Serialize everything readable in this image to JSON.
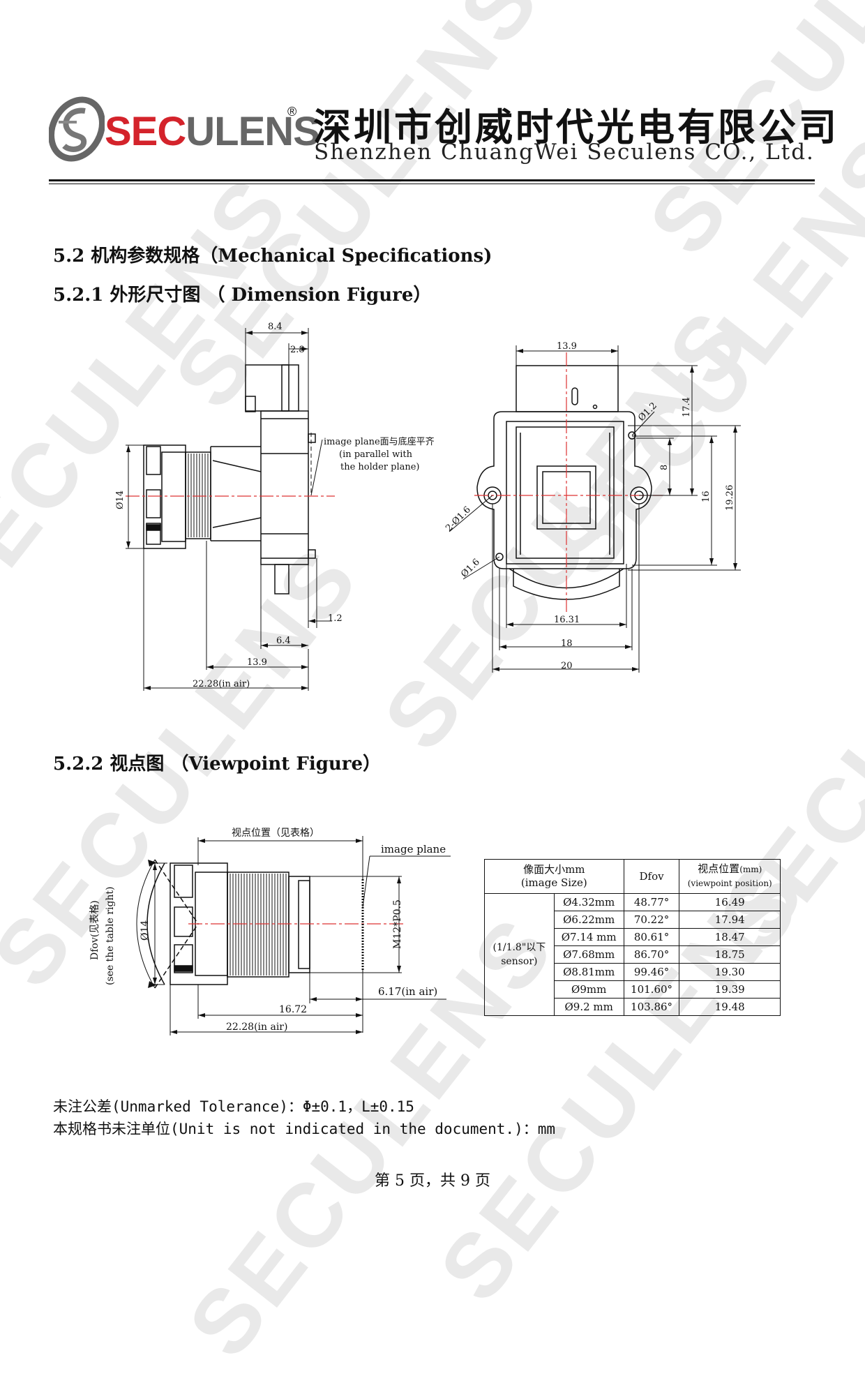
{
  "header": {
    "brand_red": "SEC",
    "brand_gray": "ULENS",
    "registered_mark": "®",
    "company_cn": "深圳市创威时代光电有限公司",
    "company_en": "Shenzhen ChuangWei Seculens CO., Ltd."
  },
  "watermark": "SECULENS",
  "sections": {
    "s52": "5.2 机构参数规格（Mechanical Specifications)",
    "s521": "5.2.1 外形尺寸图 （ Dimension Figure）",
    "s522": "5.2.2 视点图 （Viewpoint Figure）"
  },
  "dimension_figure_side": {
    "dim_8_4": "8.4",
    "dim_2_8": "2.8",
    "dim_d14": "Ø14",
    "dim_1_2": "1.2",
    "dim_6_4": "6.4",
    "dim_13_9": "13.9",
    "dim_22_28": "22.28(in air)",
    "note_line1": "image plane面与底座平齐",
    "note_line2": "(in parallel with",
    "note_line3": "the holder plane)"
  },
  "dimension_figure_front": {
    "dim_13_9": "13.9",
    "dim_17_4": "17.4",
    "dim_8": "8",
    "dim_16": "16",
    "dim_19_26": "19.26",
    "dim_d1_2": "Ø1.2",
    "dim_2_d1_6": "2-Ø1.6",
    "dim_d1_6": "Ø1.6",
    "dim_16_31": "16.31",
    "dim_18": "18",
    "dim_20": "20"
  },
  "viewpoint_figure": {
    "viewpoint_label": "视点位置（见表格）",
    "image_plane": "image plane",
    "dfov_cn": "Dfov(见表格)",
    "dfov_en": "(see the table right)",
    "dim_d14": "Ø14",
    "thread": "M12*P0.5",
    "dim_6_17": "6.17(in air)",
    "dim_16_72": "16.72",
    "dim_22_28": "22.28(in air)"
  },
  "viewpoint_table": {
    "header_size_cn": "像面大小mm",
    "header_size_en": "(image Size)",
    "header_dfov": "Dfov",
    "header_vp_cn": "视点位置",
    "header_vp_unit": "(mm)",
    "header_vp_en": "(viewpoint position)",
    "group_line1": "(1/1.8\"以下",
    "group_line2": "sensor)",
    "rows": [
      {
        "size": "Ø4.32mm",
        "dfov": "48.77°",
        "vp": "16.49"
      },
      {
        "size": "Ø6.22mm",
        "dfov": "70.22°",
        "vp": "17.94"
      },
      {
        "size": "Ø7.14 mm",
        "dfov": "80.61°",
        "vp": "18.47"
      },
      {
        "size": "Ø7.68mm",
        "dfov": "86.70°",
        "vp": "18.75"
      },
      {
        "size": "Ø8.81mm",
        "dfov": "99.46°",
        "vp": "19.30"
      },
      {
        "size": "Ø9mm",
        "dfov": "101.60°",
        "vp": "19.39"
      },
      {
        "size": "Ø9.2 mm",
        "dfov": "103.86°",
        "vp": "19.48"
      }
    ]
  },
  "notes": {
    "tolerance": "未注公差(Unmarked Tolerance)：Φ±0.1，L±0.15",
    "unit": "本规格书未注单位(Unit is not indicated in the document.)：mm"
  },
  "footer": "第 5 页，共 9 页"
}
